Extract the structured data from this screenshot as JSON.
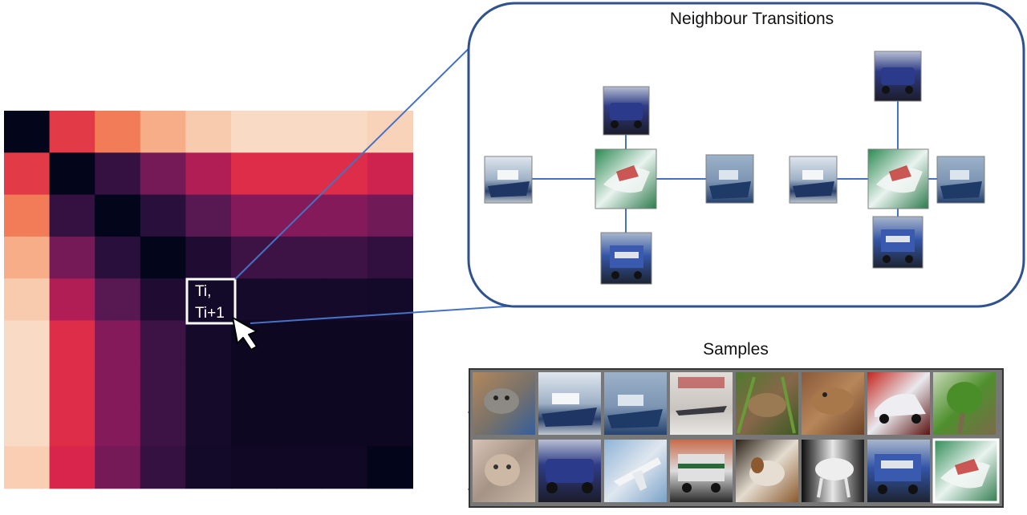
{
  "neighbour_panel": {
    "title": "Neighbour Transitions"
  },
  "samples_panel": {
    "title": "Samples",
    "rows": [
      [
        "cat",
        "ship",
        "ship",
        "airplane",
        "frog",
        "frog",
        "automobile",
        "frog"
      ],
      [
        "cat",
        "automobile",
        "airplane",
        "truck",
        "dog",
        "horse",
        "truck",
        "ship"
      ]
    ],
    "highlighted": {
      "row": 1,
      "col": 7
    }
  },
  "heatmap": {
    "selected_cell_label": [
      "Ti,",
      "Ti+1"
    ],
    "matrix": [
      [
        0.0,
        0.55,
        0.68,
        0.78,
        0.87,
        0.93,
        0.93,
        0.93,
        0.9
      ],
      [
        0.55,
        0.0,
        0.15,
        0.3,
        0.42,
        0.52,
        0.52,
        0.52,
        0.48
      ],
      [
        0.68,
        0.15,
        0.0,
        0.12,
        0.24,
        0.33,
        0.33,
        0.33,
        0.29
      ],
      [
        0.78,
        0.3,
        0.12,
        0.0,
        0.09,
        0.17,
        0.17,
        0.17,
        0.14
      ],
      [
        0.87,
        0.42,
        0.24,
        0.09,
        0.05,
        0.06,
        0.06,
        0.06,
        0.05
      ],
      [
        0.93,
        0.52,
        0.33,
        0.17,
        0.06,
        0.03,
        0.03,
        0.03,
        0.03
      ],
      [
        0.93,
        0.52,
        0.33,
        0.17,
        0.06,
        0.03,
        0.03,
        0.03,
        0.03
      ],
      [
        0.93,
        0.52,
        0.33,
        0.17,
        0.06,
        0.03,
        0.03,
        0.03,
        0.03
      ],
      [
        0.88,
        0.5,
        0.3,
        0.15,
        0.05,
        0.04,
        0.04,
        0.04,
        0.0
      ]
    ],
    "colormap": [
      "#03051a",
      "#2b0f3c",
      "#5c1a54",
      "#9b1a5c",
      "#d9254c",
      "#ef5a3c",
      "#f6a47c",
      "#f9cdb0",
      "#faebdd"
    ]
  },
  "graphs": [
    {
      "center": "ship",
      "top": "automobile",
      "bottom": "truck",
      "left": "ship",
      "right": "ship"
    },
    {
      "center": "ship",
      "top": "automobile",
      "bottom": "truck",
      "left": "ship",
      "right": "ship"
    }
  ],
  "thumbnail_palettes": {
    "cat": [
      "#c29a6a",
      "#6e6a64",
      "#3f5e8e"
    ],
    "ship": [
      "#cbd6e2",
      "#8ea3bb",
      "#233a66"
    ],
    "airplane": [
      "#d8d4cf",
      "#ffffff",
      "#3e3e44"
    ],
    "frog": [
      "#5b7c3a",
      "#8e6a45",
      "#3b5226"
    ],
    "automobile": [
      "#2f3a7a",
      "#1f2244",
      "#b8b8c8"
    ],
    "truck": [
      "#3456a6",
      "#dfe1e6",
      "#202838"
    ],
    "dog": [
      "#3b2a1a",
      "#e6e3df",
      "#a07048"
    ],
    "horse": [
      "#111111",
      "#e8e8e8",
      "#555555"
    ],
    "ship_green": [
      "#2f8a55",
      "#e8f1ee",
      "#1e3e2a"
    ]
  },
  "colors": {
    "accent_line": "#4672c4",
    "panel_border": "#2f528f",
    "selection_border": "#ffffff",
    "highlight_border": "#ffffff"
  },
  "icons": {
    "cursor": "cursor-arrow-icon"
  }
}
